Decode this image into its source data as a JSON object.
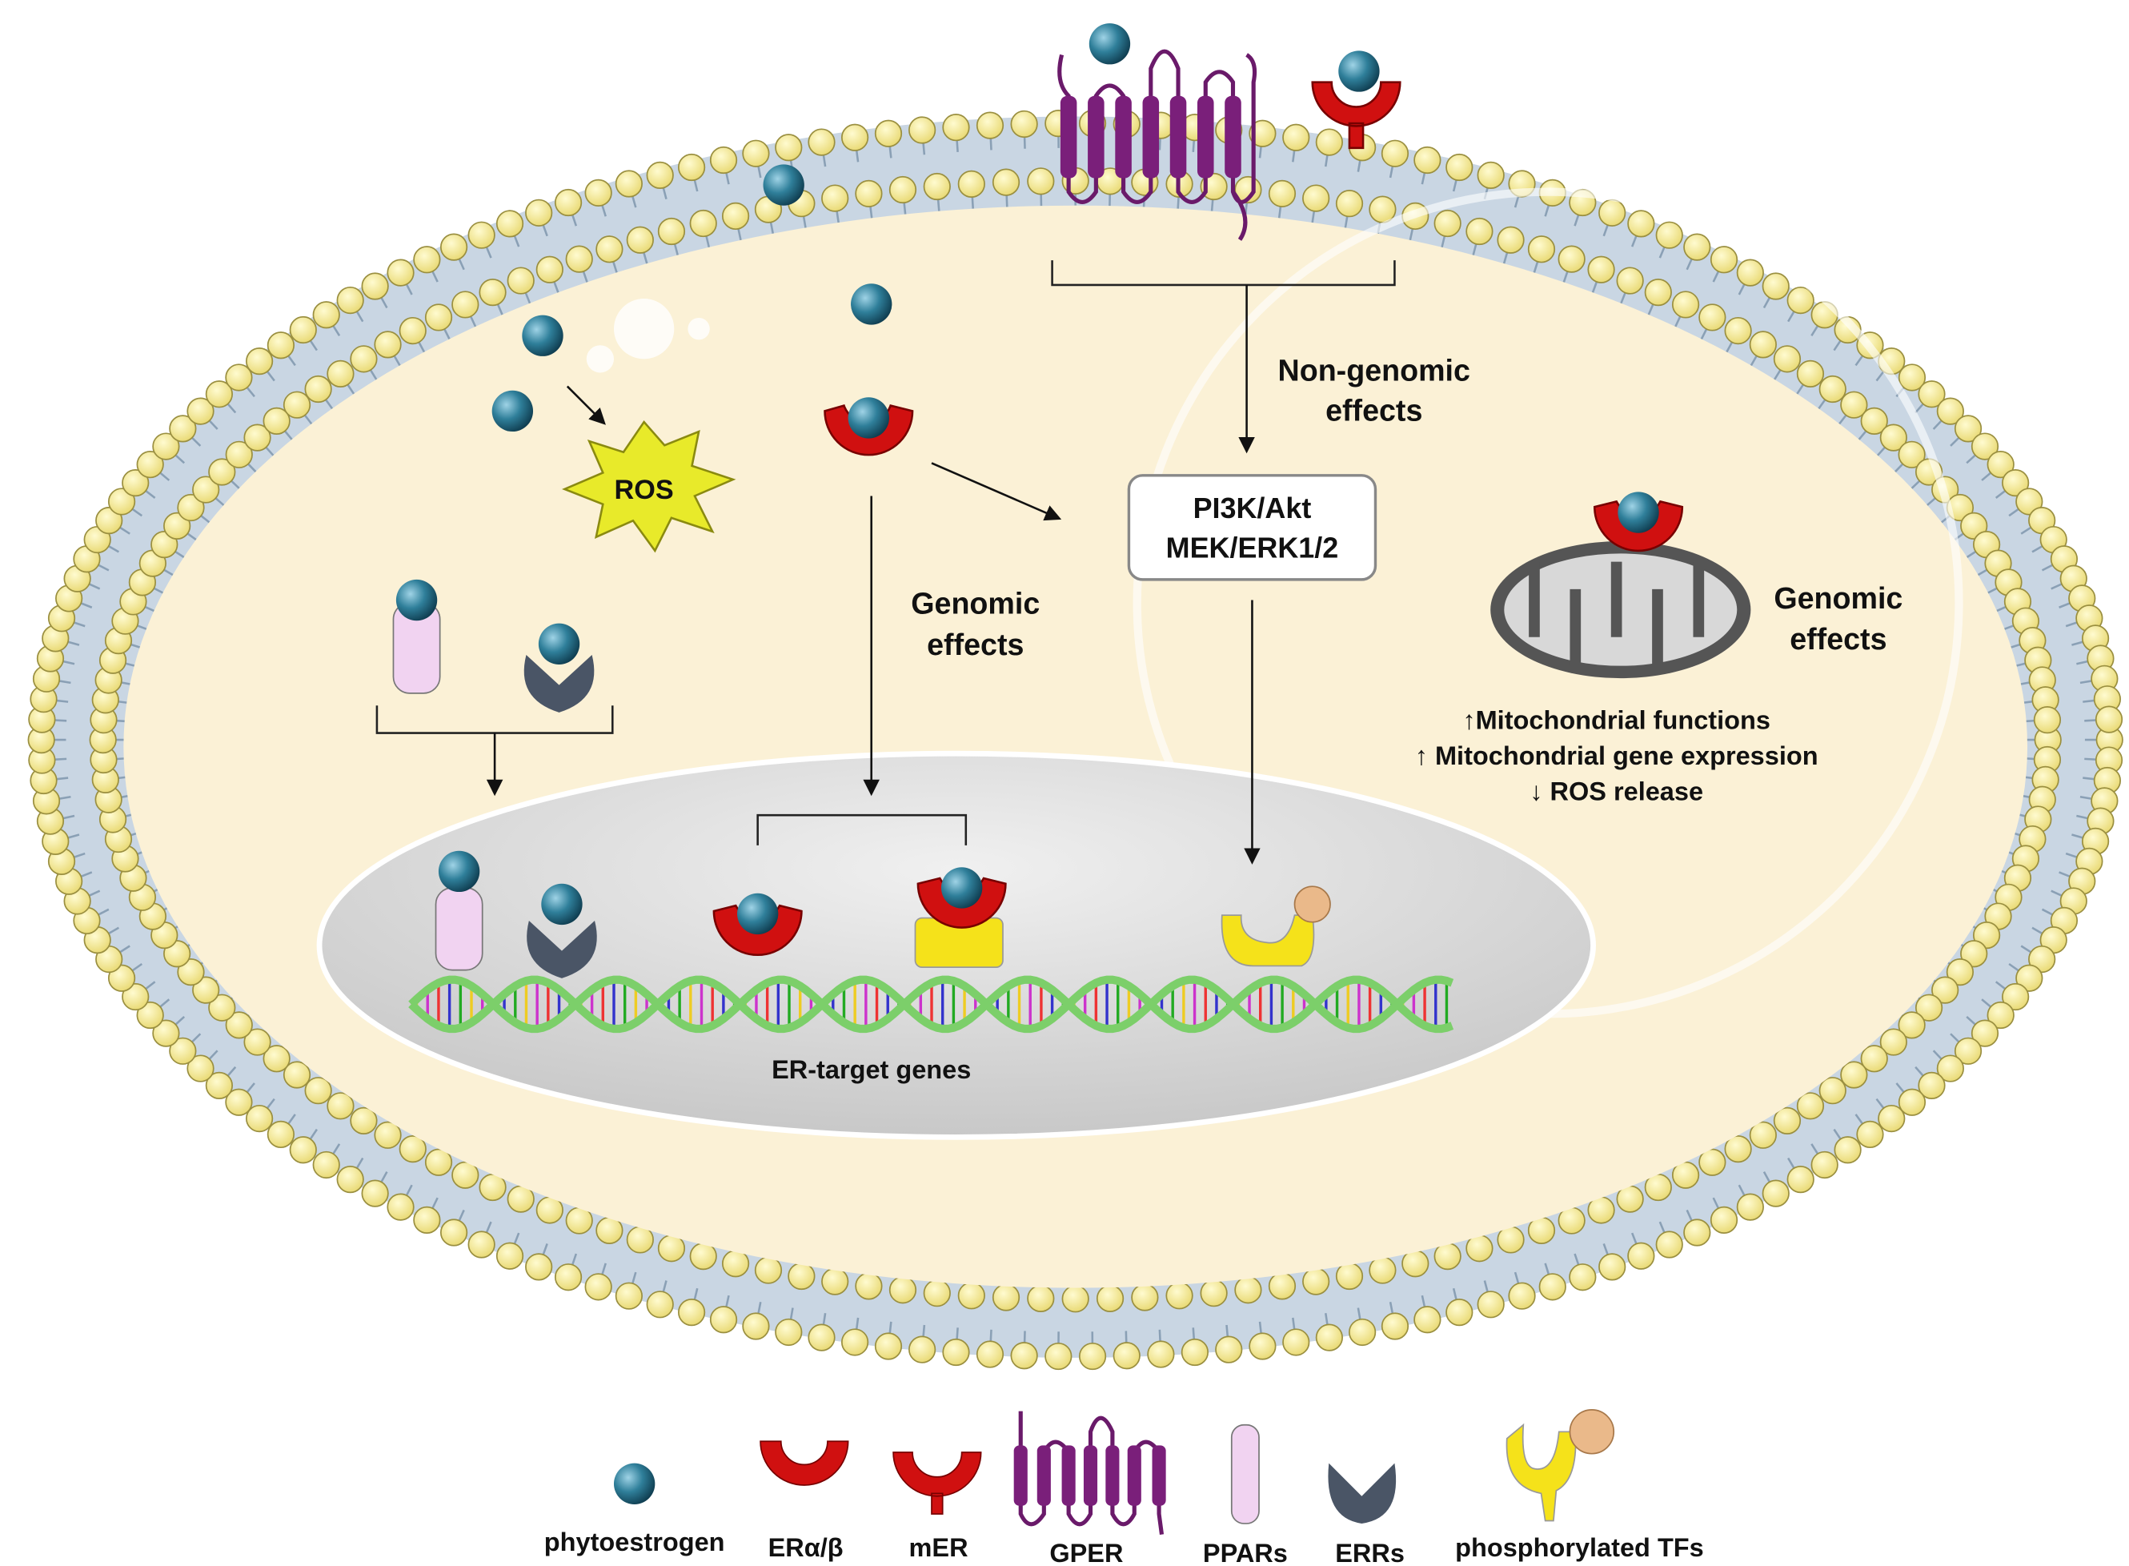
{
  "labels": {
    "ros": "ROS",
    "non_genomic": [
      "Non-genomic",
      "effects"
    ],
    "pathway_box": [
      "PI3K/Akt",
      "MEK/ERK1/2"
    ],
    "genomic_center": [
      "Genomic",
      "effects"
    ],
    "genomic_mito": [
      "Genomic",
      "effects"
    ],
    "mito_effects": [
      "↑Mitochondrial functions",
      "↑ Mitochondrial gene expression",
      "↓ ROS release"
    ],
    "dna": "ER-target genes"
  },
  "legend": [
    {
      "label": "phytoestrogen",
      "icon": "phytoestrogen-sphere"
    },
    {
      "label": "ERα/β",
      "icon": "er-receptor-cup"
    },
    {
      "label": "mER",
      "icon": "membrane-er"
    },
    {
      "label": "GPER",
      "icon": "seven-transmembrane-receptor"
    },
    {
      "label": "PPARs",
      "icon": "ppar-tube"
    },
    {
      "label": "ERRs",
      "icon": "err-wedge"
    },
    {
      "label": "phosphorylated TFs",
      "icon": "phosphorylated-tf"
    }
  ],
  "colors": {
    "membrane_head": "#f3e98a",
    "cytoplasm": "#fbf1d6",
    "nucleus": "#d8d8d8",
    "ligand": "#2f7f9a",
    "er": "#d01010",
    "gper": "#7a1f7a",
    "ppar": "#f1d3f1",
    "err": "#4a5566",
    "tf": "#f5e21a",
    "phospho": "#eab98a",
    "ros_burst": "#e8ea2a"
  }
}
